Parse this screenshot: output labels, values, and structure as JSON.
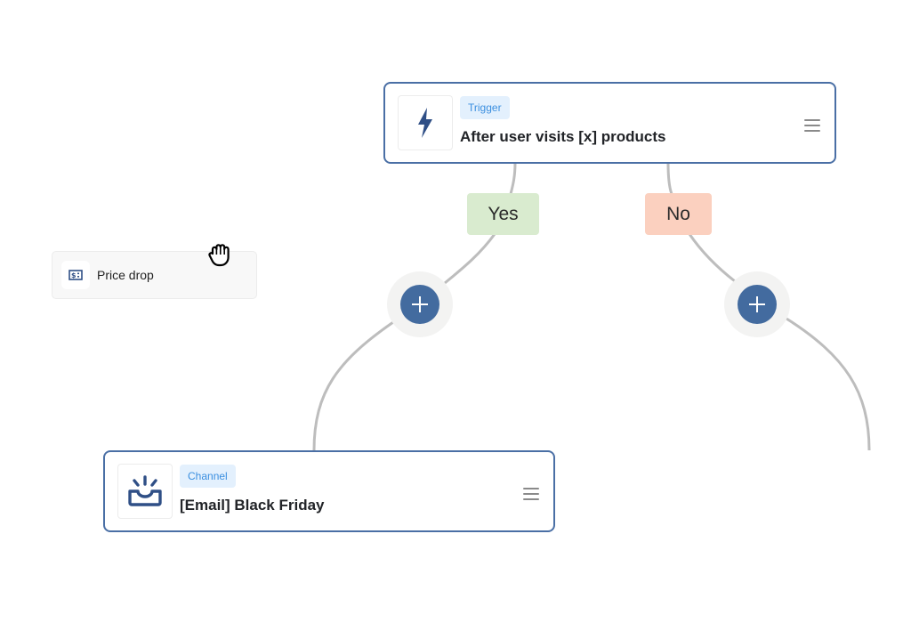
{
  "canvas": {
    "edge_color": "#bdbdbd",
    "node_border_color": "#4a6fa5",
    "accent_color": "#436b9f"
  },
  "palette": {
    "item": {
      "label": "Price drop",
      "icon": "price-tag-icon"
    }
  },
  "cursor": {
    "icon": "grab-hand-cursor-icon"
  },
  "nodes": {
    "trigger": {
      "badge": "Trigger",
      "title": "After user visits [x] products",
      "icon": "lightning-bolt-icon",
      "menu_icon": "hamburger-menu-icon"
    },
    "channel": {
      "badge": "Channel",
      "title": "[Email] Black Friday",
      "icon": "inbox-notification-icon",
      "menu_icon": "hamburger-menu-icon"
    }
  },
  "branches": {
    "yes": {
      "label": "Yes",
      "bg_color": "#d9ebcf"
    },
    "no": {
      "label": "No",
      "bg_color": "#fbd0bf"
    }
  },
  "add_buttons": {
    "yes_branch": {
      "icon": "plus-icon"
    },
    "no_branch": {
      "icon": "plus-icon"
    }
  }
}
